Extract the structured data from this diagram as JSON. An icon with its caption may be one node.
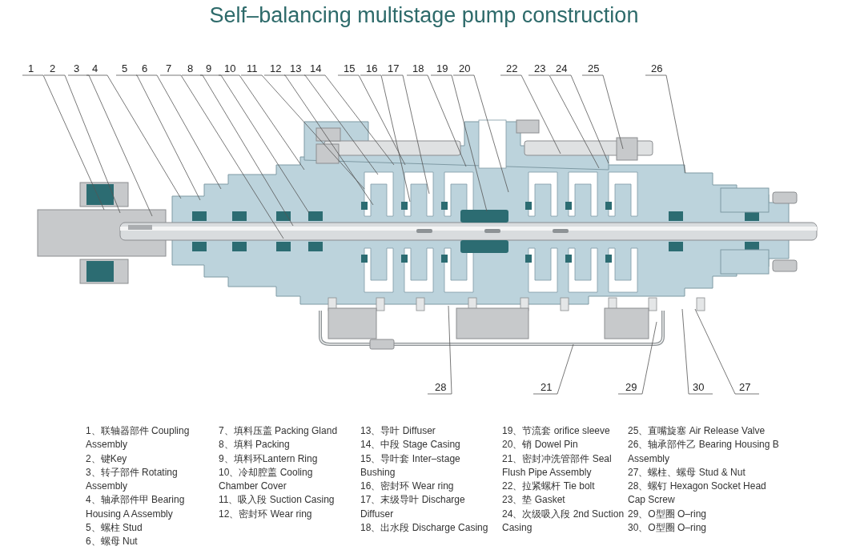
{
  "diagram": {
    "title": "Self–balancing multistage pump construction",
    "nodes": [
      {
        "text": [
          "1"
        ]
      },
      {
        "text": [
          "2"
        ]
      },
      {
        "text": [
          "3"
        ]
      },
      {
        "text": [
          "4"
        ]
      },
      {
        "text": [
          "5"
        ]
      },
      {
        "text": [
          "6"
        ]
      },
      {
        "text": [
          "7"
        ]
      },
      {
        "text": [
          "8"
        ]
      },
      {
        "text": [
          "9"
        ]
      },
      {
        "text": [
          "10"
        ]
      },
      {
        "text": [
          "11"
        ]
      },
      {
        "text": [
          "12"
        ]
      },
      {
        "text": [
          "13"
        ]
      },
      {
        "text": [
          "14"
        ]
      },
      {
        "text": [
          "15"
        ]
      },
      {
        "text": [
          "16"
        ]
      },
      {
        "text": [
          "17"
        ]
      },
      {
        "text": [
          "18"
        ]
      },
      {
        "text": [
          "19"
        ]
      },
      {
        "text": [
          "20"
        ]
      },
      {
        "text": [
          "22"
        ]
      },
      {
        "text": [
          "23"
        ]
      },
      {
        "text": [
          "24"
        ]
      },
      {
        "text": [
          "25"
        ]
      },
      {
        "text": [
          "26"
        ]
      },
      {
        "text": [
          "28"
        ]
      },
      {
        "text": [
          "21"
        ]
      },
      {
        "text": [
          "29"
        ]
      },
      {
        "text": [
          "30"
        ]
      },
      {
        "text": [
          "27"
        ]
      }
    ],
    "edges": [
      {
        "from": 0,
        "to": null,
        "arrow": "none"
      },
      {
        "from": 1,
        "to": null,
        "arrow": "none"
      },
      {
        "from": 2,
        "to": null,
        "arrow": "none"
      },
      {
        "from": 3,
        "to": null,
        "arrow": "none"
      },
      {
        "from": 4,
        "to": null,
        "arrow": "none"
      },
      {
        "from": 5,
        "to": null,
        "arrow": "none"
      },
      {
        "from": 6,
        "to": null,
        "arrow": "none"
      },
      {
        "from": 7,
        "to": null,
        "arrow": "none"
      },
      {
        "from": 8,
        "to": null,
        "arrow": "none"
      },
      {
        "from": 9,
        "to": null,
        "arrow": "none"
      },
      {
        "from": 10,
        "to": null,
        "arrow": "none"
      },
      {
        "from": 11,
        "to": null,
        "arrow": "none"
      },
      {
        "from": 12,
        "to": null,
        "arrow": "none"
      },
      {
        "from": 13,
        "to": null,
        "arrow": "none"
      },
      {
        "from": 14,
        "to": null,
        "arrow": "none"
      },
      {
        "from": 15,
        "to": null,
        "arrow": "none"
      },
      {
        "from": 16,
        "to": null,
        "arrow": "none"
      },
      {
        "from": 17,
        "to": null,
        "arrow": "none"
      },
      {
        "from": 18,
        "to": null,
        "arrow": "none"
      },
      {
        "from": 19,
        "to": null,
        "arrow": "none"
      },
      {
        "from": 20,
        "to": null,
        "arrow": "none"
      },
      {
        "from": 21,
        "to": null,
        "arrow": "none"
      },
      {
        "from": 22,
        "to": null,
        "arrow": "none"
      },
      {
        "from": 23,
        "to": null,
        "arrow": "none"
      },
      {
        "from": 24,
        "to": null,
        "arrow": "none"
      },
      {
        "from": 25,
        "to": null,
        "arrow": "none"
      },
      {
        "from": 26,
        "to": null,
        "arrow": "none"
      },
      {
        "from": 27,
        "to": null,
        "arrow": "none"
      },
      {
        "from": 28,
        "to": null,
        "arrow": "none"
      },
      {
        "from": 29,
        "to": null,
        "arrow": "none"
      }
    ],
    "labels": [
      "1、联轴器部件 Coupling Assembly",
      "2、键Key",
      "3、转子部件 Rotating Assembly",
      "4、轴承部件甲 Bearing Housing A Assembly",
      "5、螺柱 Stud",
      "6、螺母 Nut",
      "7、填料压盖 Packing Gland",
      "8、填料 Packing",
      "9、填料环Lantern Ring",
      "10、冷却腔盖 Cooling Chamber Cover",
      "11、吸入段 Suction Casing",
      "12、密封环 Wear ring",
      "13、导叶 Diffuser",
      "14、中段 Stage Casing",
      "15、导叶套 Inter–stage Bushing",
      "16、密封环 Wear ring",
      "17、末级导叶 Discharge Diffuser",
      "18、出水段 Discharge Casing",
      "19、节流套 orifice sleeve",
      "20、销 Dowel Pin",
      "21、密封冲洗管部件 Seal Flush Pipe Assembly",
      "22、拉紧螺杆 Tie bolt",
      "23、垫 Gasket",
      "24、次级吸入段 2nd Suction Casing",
      "25、直嘴旋塞 Air Release Valve",
      "26、轴承部件乙 Bearing Housing B Assembly",
      "27、螺柱、螺母 Stud & Nut",
      "28、螺钉 Hexagon Socket Head Cap Screw",
      "29、O型圈 O–ring",
      "30、O型圈 O–ring"
    ]
  }
}
